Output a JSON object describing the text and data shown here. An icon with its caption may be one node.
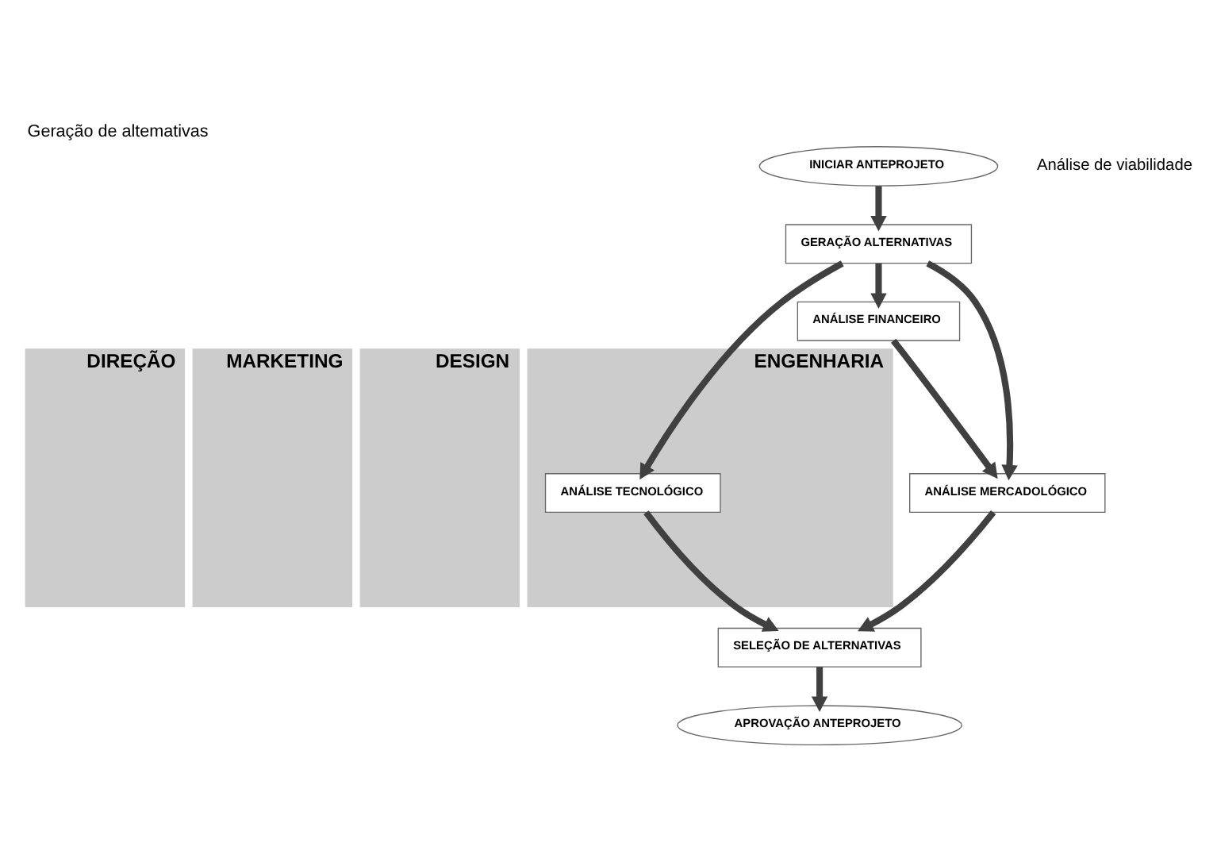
{
  "diagram": {
    "title": "Geração de altemativas",
    "nodes": [
      {
        "text": [
          "DIREÇÃO"
        ]
      },
      {
        "text": [
          "MARKETING"
        ]
      },
      {
        "text": [
          "DESIGN"
        ]
      },
      {
        "text": [
          "ENGENHARIA"
        ]
      },
      {
        "text": [
          "INICIAR ANTEPROJETO"
        ]
      },
      {
        "text": [
          "GERAÇÃO ALTERNATIVAS"
        ]
      },
      {
        "text": [
          "ANÁLISE FINANCEIRO"
        ]
      },
      {
        "text": [
          "ANÁLISE MERCADOLÓGICO"
        ]
      },
      {
        "text": [
          "ANÁLISE TECNOLÓGICO"
        ],
        "in": 3
      },
      {
        "text": [
          "SELEÇÃO DE ALTERNATIVAS"
        ]
      },
      {
        "text": [
          "APROVAÇÃO ANTEPROJETO"
        ]
      }
    ],
    "edges": [
      {
        "from": 4,
        "to": 5,
        "arrow": "to"
      },
      {
        "from": 5,
        "to": 6,
        "arrow": "to"
      },
      {
        "from": 5,
        "to": 7,
        "arrow": "to"
      },
      {
        "from": 5,
        "to": 8,
        "arrow": "to"
      },
      {
        "from": 6,
        "to": 7,
        "arrow": "to"
      },
      {
        "from": 7,
        "to": 9,
        "arrow": "to"
      },
      {
        "from": 8,
        "to": 9,
        "arrow": "to"
      },
      {
        "from": 9,
        "to": 10,
        "arrow": "to"
      }
    ],
    "labels": [
      "Análise de viabilidade"
    ]
  }
}
